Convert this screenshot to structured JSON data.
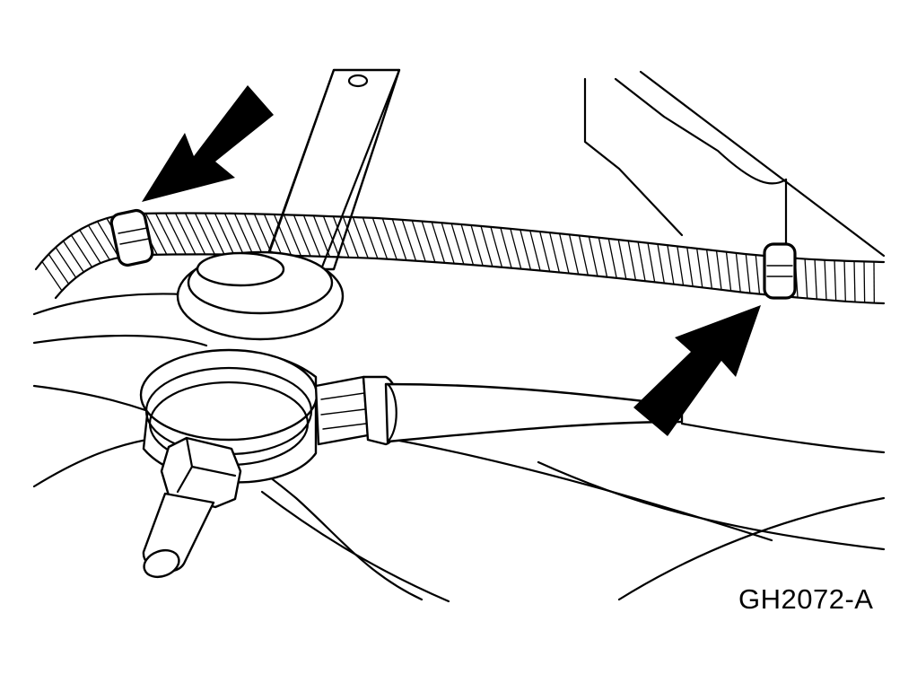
{
  "figure": {
    "code": "GH2072-A",
    "ink_color": "#000000",
    "background_color": "#ffffff"
  },
  "callouts": [
    {
      "name": "left-clip-arrow",
      "points_to": "left-harness-clip"
    },
    {
      "name": "right-clip-arrow",
      "points_to": "right-harness-clip"
    }
  ]
}
